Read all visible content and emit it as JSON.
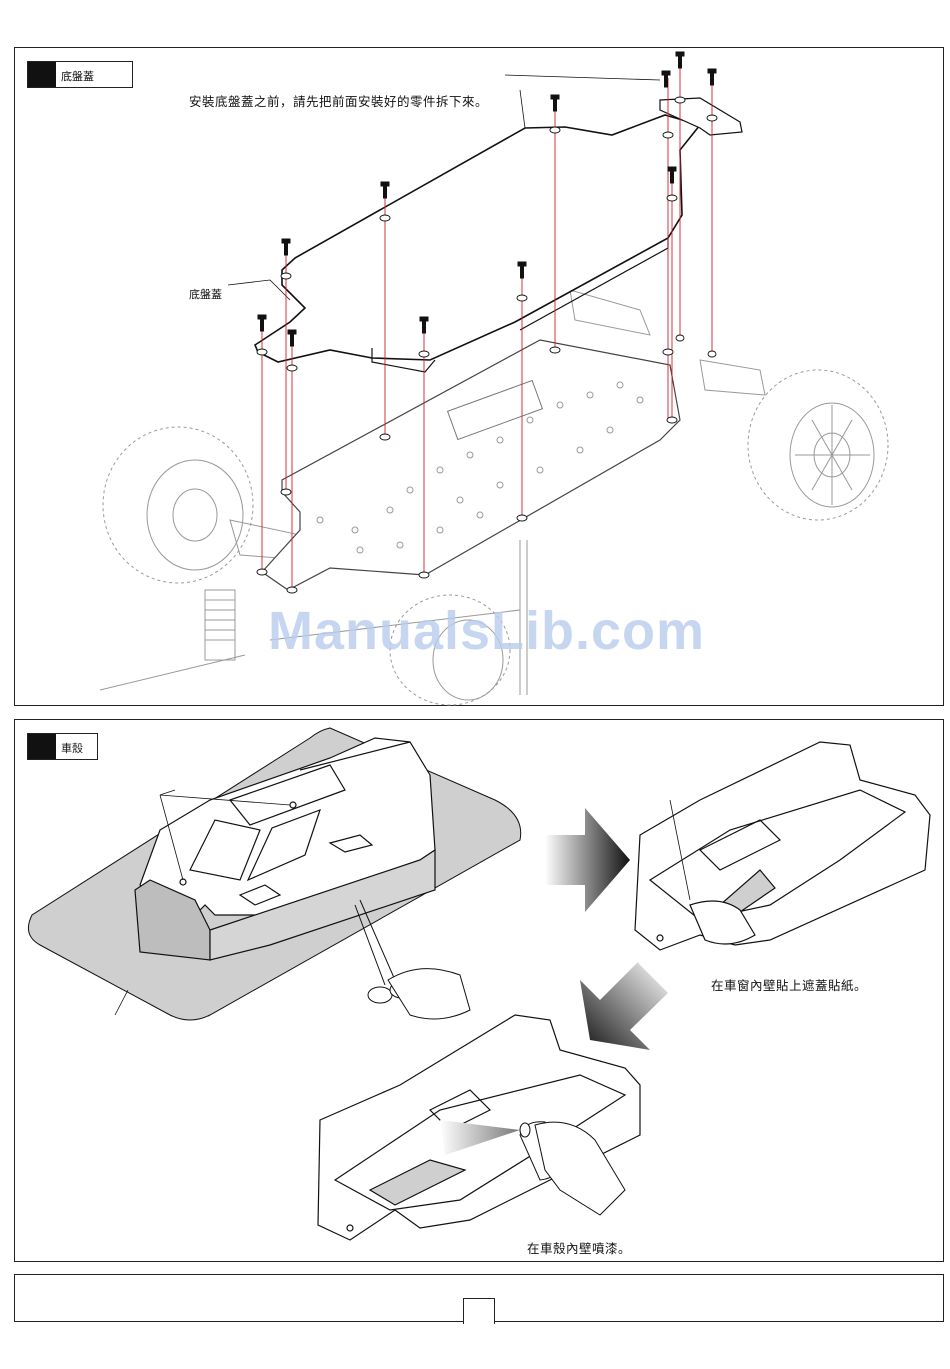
{
  "panel_top": {
    "step_label": "底盤蓋",
    "instruction": "安裝底盤蓋之前，請先把前面安裝好的零件拆下來。",
    "part_callout": "底盤蓋"
  },
  "panel_mid": {
    "step_label": "車殼",
    "caption_mask": "在車窗內壁貼上遮蓋貼紙。",
    "caption_paint": "在車殼內壁噴漆。"
  },
  "watermark": "ManualsLib.com",
  "colors": {
    "guide_line": "#d0202a",
    "shade": "#cfcfcf",
    "ink": "#111111"
  }
}
